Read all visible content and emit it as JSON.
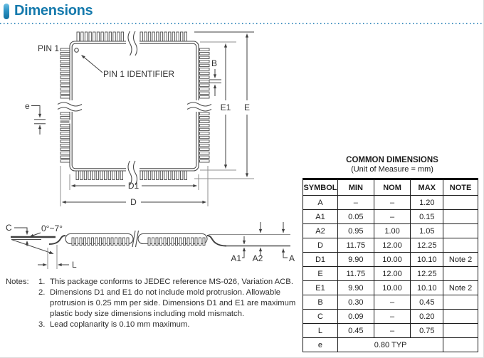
{
  "header": {
    "title": "Dimensions",
    "accent_color": "#1479ac"
  },
  "drawing": {
    "top_view": {
      "pin1_label": "PIN 1",
      "pin1_identifier_label": "PIN 1 IDENTIFIER",
      "dim_pitch": "e",
      "dim_b": "B",
      "dim_e1": "E1",
      "dim_e": "E",
      "dim_d1": "D1",
      "dim_d": "D"
    },
    "side_view": {
      "dim_c": "C",
      "angle_range": "0°~7°",
      "dim_l": "L",
      "dim_a1": "A1",
      "dim_a2": "A2",
      "dim_a": "A"
    }
  },
  "notes": {
    "label": "Notes:",
    "items": [
      {
        "num": "1.",
        "text": "This package conforms to JEDEC reference MS-026, Variation ACB."
      },
      {
        "num": "2.",
        "text": "Dimensions D1 and E1 do not include mold protrusion.  Allowable protrusion is 0.25 mm per side. Dimensions D1 and E1 are maximum plastic body size dimensions including mold mismatch."
      },
      {
        "num": "3.",
        "text": "Lead coplanarity is 0.10 mm maximum."
      }
    ]
  },
  "table": {
    "title": "COMMON DIMENSIONS",
    "subtitle": "(Unit of Measure = mm)",
    "headers": [
      "SYMBOL",
      "MIN",
      "NOM",
      "MAX",
      "NOTE"
    ],
    "rows": [
      {
        "symbol": "A",
        "min": "–",
        "nom": "–",
        "max": "1.20",
        "note": ""
      },
      {
        "symbol": "A1",
        "min": "0.05",
        "nom": "–",
        "max": "0.15",
        "note": ""
      },
      {
        "symbol": "A2",
        "min": "0.95",
        "nom": "1.00",
        "max": "1.05",
        "note": ""
      },
      {
        "symbol": "D",
        "min": "11.75",
        "nom": "12.00",
        "max": "12.25",
        "note": ""
      },
      {
        "symbol": "D1",
        "min": "9.90",
        "nom": "10.00",
        "max": "10.10",
        "note": "Note 2"
      },
      {
        "symbol": "E",
        "min": "11.75",
        "nom": "12.00",
        "max": "12.25",
        "note": ""
      },
      {
        "symbol": "E1",
        "min": "9.90",
        "nom": "10.00",
        "max": "10.10",
        "note": "Note 2"
      },
      {
        "symbol": "B",
        "min": "0.30",
        "nom": "–",
        "max": "0.45",
        "note": ""
      },
      {
        "symbol": "C",
        "min": "0.09",
        "nom": "–",
        "max": "0.20",
        "note": ""
      },
      {
        "symbol": "L",
        "min": "0.45",
        "nom": "–",
        "max": "0.75",
        "note": ""
      },
      {
        "symbol": "e",
        "span": "0.80 TYP",
        "note": ""
      }
    ]
  }
}
